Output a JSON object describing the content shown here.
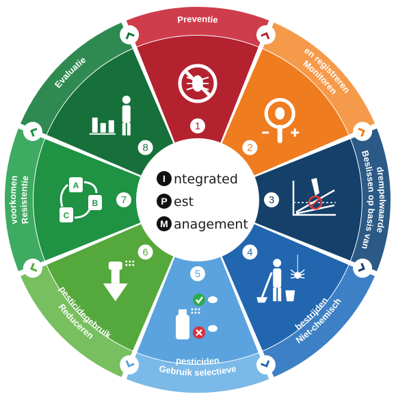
{
  "center": {
    "lines": [
      {
        "initial": "I",
        "rest": "ntegrated"
      },
      {
        "initial": "P",
        "rest": "est"
      },
      {
        "initial": "M",
        "rest": "anagement"
      }
    ]
  },
  "segments": [
    {
      "number": "1",
      "label_lines": [
        "Preventie"
      ],
      "color": "#b42230",
      "rim": "#cf3d4c",
      "icon": "no-pest-icon"
    },
    {
      "number": "2",
      "label_lines": [
        "Monitoren",
        "en registreren"
      ],
      "color": "#ef7c1f",
      "rim": "#f59a4a",
      "icon": "magnifier-tick-icon"
    },
    {
      "number": "3",
      "label_lines": [
        "Beslissen op basis van",
        "drempelwaarde"
      ],
      "color": "#14406a",
      "rim": "#2b5a86",
      "icon": "threshold-chart-icon"
    },
    {
      "number": "4",
      "label_lines": [
        "Niet-chemisch",
        "bestrijden"
      ],
      "color": "#2266b0",
      "rim": "#3d80c6",
      "icon": "cleaning-person-icon"
    },
    {
      "number": "5",
      "label_lines": [
        "Gebruik selectieve",
        "pesticiden"
      ],
      "color": "#5aa3de",
      "rim": "#7ab9e8",
      "icon": "selective-spray-icon"
    },
    {
      "number": "6",
      "label_lines": [
        "Reduceren",
        "pesticidegebruik"
      ],
      "color": "#55a83b",
      "rim": "#77bf5f",
      "icon": "reduce-spray-icon"
    },
    {
      "number": "7",
      "label_lines": [
        "Resistentie",
        "voorkomen"
      ],
      "color": "#1f9243",
      "rim": "#3eaa62",
      "icon": "rotation-cycle-icon"
    },
    {
      "number": "8",
      "label_lines": [
        "Evaluatie"
      ],
      "color": "#17703a",
      "rim": "#2f8a52",
      "icon": "evaluation-icon"
    }
  ],
  "rotation_labels": [
    "A",
    "B",
    "C"
  ]
}
